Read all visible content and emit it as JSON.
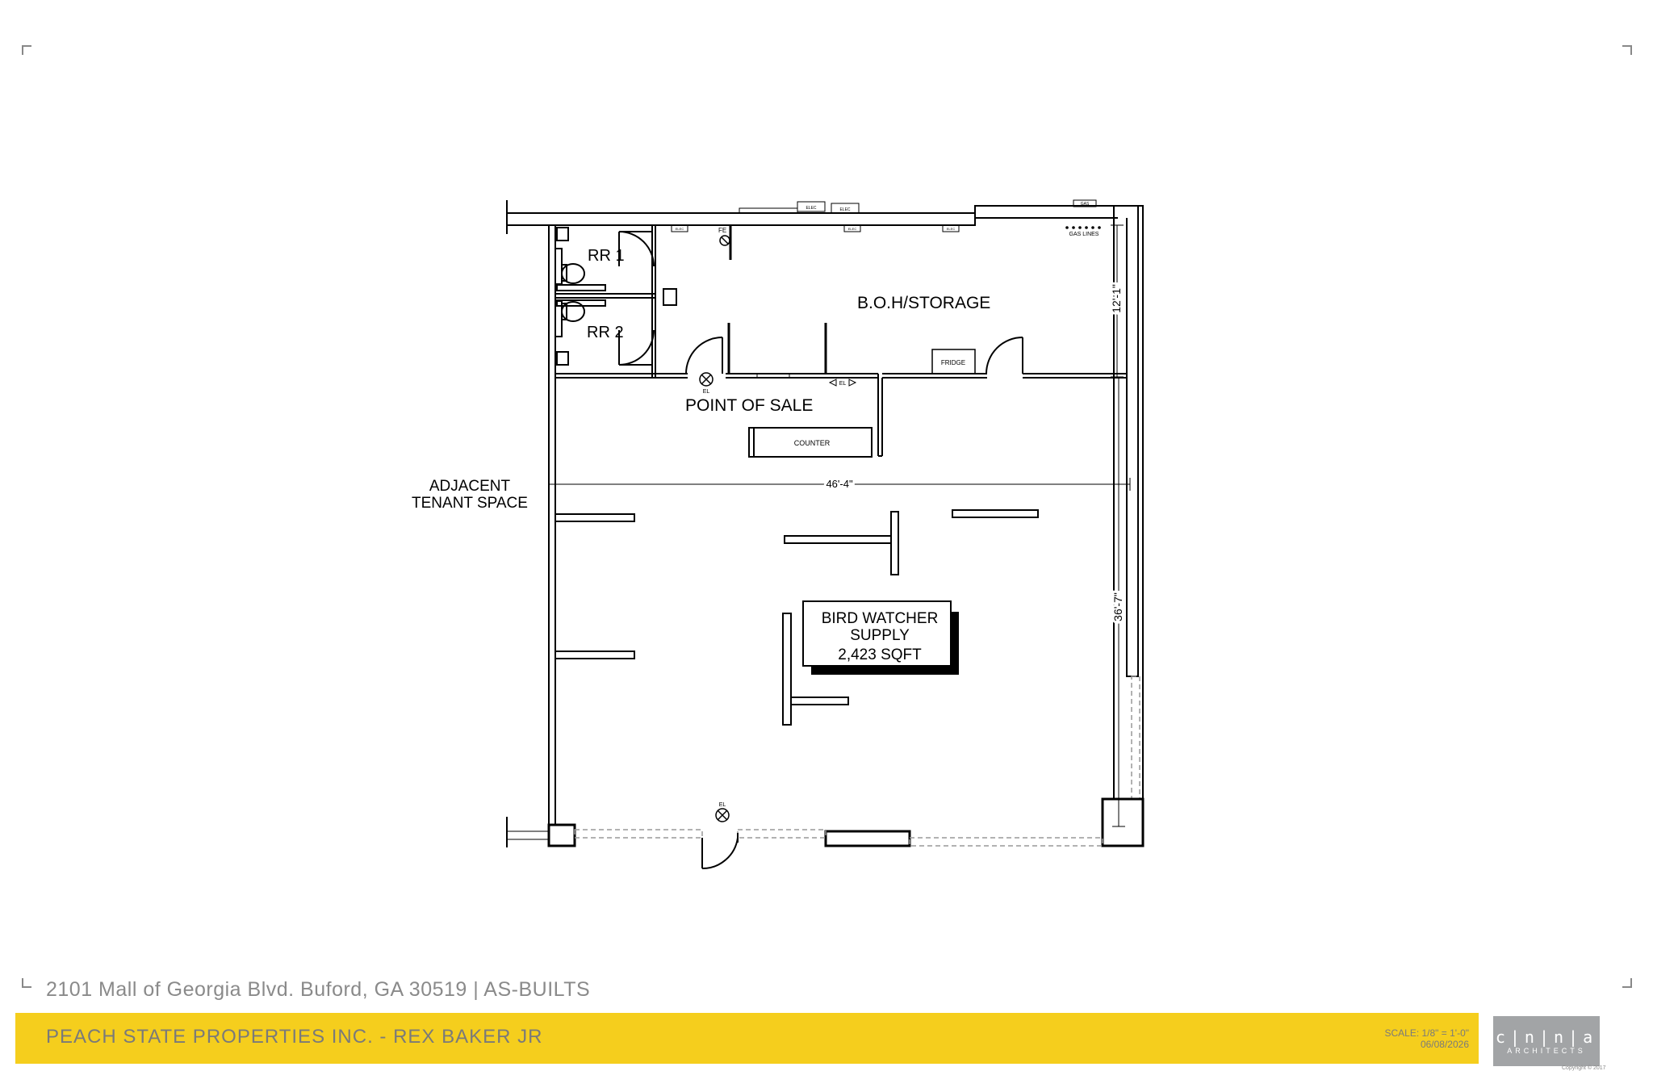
{
  "diagram": {
    "rooms": {
      "rr1": "RR 1",
      "rr2": "RR 2",
      "boh": "B.O.H/STORAGE",
      "pos": "POINT OF SALE",
      "adjacent_line1": "ADJACENT",
      "adjacent_line2": "TENANT SPACE"
    },
    "fixtures": {
      "counter": "COUNTER",
      "fridge": "FRIDGE",
      "gas_lines": "GAS LINES",
      "elec_1": "ELEC",
      "elec_2": "ELEC",
      "elec_3": "ELEC",
      "elec_4": "ELEC",
      "elec_5": "ELEC",
      "gas": "GAS",
      "fe": "FE",
      "el_1": "EL",
      "el_2": "EL",
      "el_3": "EL"
    },
    "dimensions": {
      "width": "46'-4\"",
      "boh_depth": "12'-1\"",
      "sales_depth": "36'-7\""
    },
    "tenant": {
      "line1": "BIRD WATCHER",
      "line2": "SUPPLY",
      "area": "2,423 SQFT"
    }
  },
  "footer": {
    "address": "2101 Mall of Georgia Blvd. Buford, GA 30519 | AS-BUILTS",
    "client": "PEACH STATE PROPERTIES INC. - REX BAKER JR",
    "scale": "SCALE: 1/8\" = 1'-0\"",
    "date": "06/08/2026",
    "logo_mark": "c|n|n|a",
    "logo_text": "ARCHITECTS",
    "copyright": "Copyright © 2017"
  },
  "colors": {
    "band": "#f5ce1d",
    "logo_bg": "#a2a4a6",
    "lines": "#000000",
    "footer_text": "#8a8a8a"
  }
}
